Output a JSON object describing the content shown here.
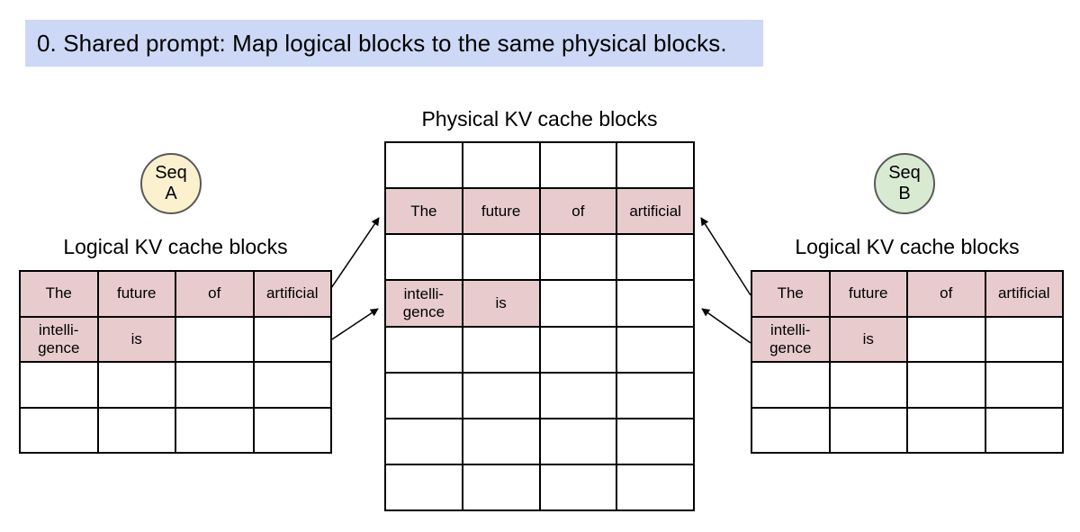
{
  "banner": {
    "text": "0. Shared prompt: Map logical blocks to the same physical blocks."
  },
  "labels": {
    "physical": "Physical KV cache blocks",
    "logical_left": "Logical KV cache blocks",
    "logical_right": "Logical KV cache blocks"
  },
  "seq_badges": {
    "a": {
      "line1": "Seq",
      "line2": "A"
    },
    "b": {
      "line1": "Seq",
      "line2": "B"
    }
  },
  "colors": {
    "banner_bg": "#ccd8f5",
    "filled_cell": "#e8cccd",
    "seq_a_bg": "#fbf1cf",
    "seq_b_bg": "#d9ead3",
    "circle_border": "#595959",
    "grid_border": "#000000",
    "text": "#000000"
  },
  "tables": {
    "logical_left": [
      [
        "The",
        "future",
        "of",
        "artificial"
      ],
      [
        "intelli-\ngence",
        "is",
        "",
        ""
      ],
      [
        "",
        "",
        "",
        ""
      ],
      [
        "",
        "",
        "",
        ""
      ]
    ],
    "physical": [
      [
        "",
        "",
        "",
        ""
      ],
      [
        "The",
        "future",
        "of",
        "artificial"
      ],
      [
        "",
        "",
        "",
        ""
      ],
      [
        "intelli-\ngence",
        "is",
        "",
        ""
      ],
      [
        "",
        "",
        "",
        ""
      ],
      [
        "",
        "",
        "",
        ""
      ],
      [
        "",
        "",
        "",
        ""
      ],
      [
        "",
        "",
        "",
        ""
      ]
    ],
    "logical_right": [
      [
        "The",
        "future",
        "of",
        "artificial"
      ],
      [
        "intelli-\ngence",
        "is",
        "",
        ""
      ],
      [
        "",
        "",
        "",
        ""
      ],
      [
        "",
        "",
        "",
        ""
      ]
    ]
  }
}
